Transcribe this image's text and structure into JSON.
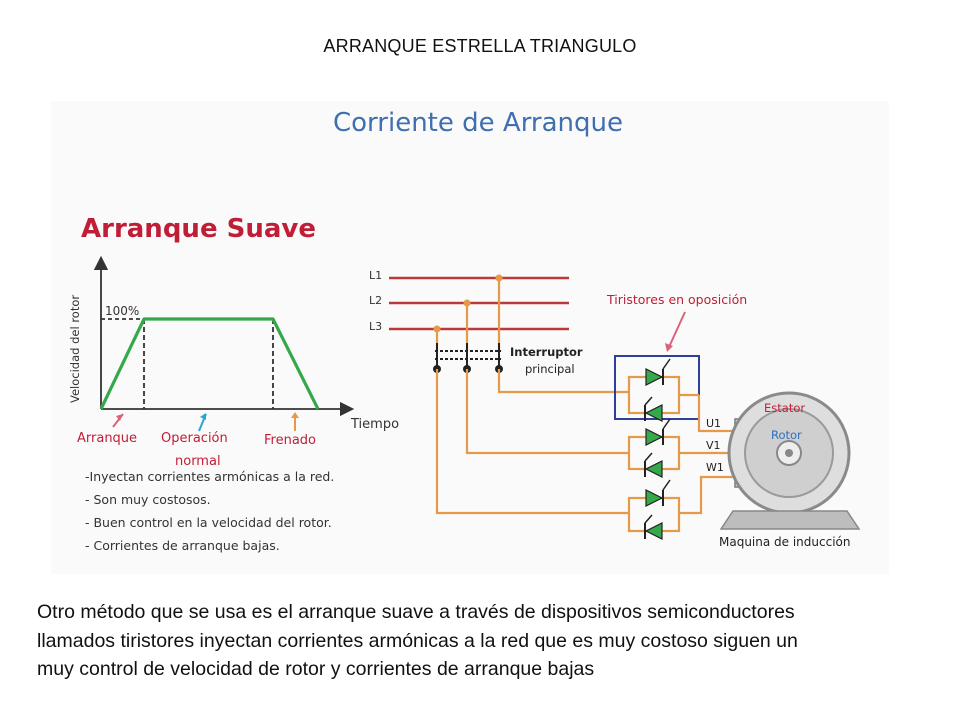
{
  "slide": {
    "title": "ARRANQUE ESTRELLA TRIANGULO"
  },
  "figure": {
    "heading": "Corriente de Arranque",
    "subheading": "Arranque Suave",
    "graph": {
      "y_axis_label": "Velocidad del rotor",
      "x_axis_label": "Tiempo",
      "level_label": "100%",
      "phase_labels": [
        "Arranque",
        "Operación",
        "normal",
        "Frenado"
      ]
    },
    "bullets": [
      "-Inyectan corrientes armónicas a la red.",
      "- Son muy costosos.",
      "- Buen control en la velocidad del rotor.",
      "- Corrientes de arranque bajas."
    ],
    "circuit": {
      "lines": [
        "L1",
        "L2",
        "L3"
      ],
      "switch_label": [
        "Interruptor",
        "principal"
      ],
      "thyristor_label": "Tiristores en oposición",
      "terminals": [
        "U1",
        "V1",
        "W1"
      ],
      "stator_label": "Estator",
      "rotor_label": "Rotor",
      "motor_label": "Maquina de inducción"
    },
    "colors": {
      "heading_blue": "#3f6fb0",
      "subheading_red": "#c01e36",
      "line_red": "#b83a3a",
      "wire_orange": "#e59a49",
      "curve_green": "#34a84a",
      "box_blue": "#2e3e9a",
      "accent_pink": "#d9647a",
      "accent_cyan": "#2aa4d4"
    }
  },
  "caption": {
    "lines": [
      "Otro método que se usa es el arranque suave a través de dispositivos semiconductores",
      "llamados tiristores inyectan corrientes armónicas a la red que es muy costoso siguen un",
      "muy control de velocidad de rotor y corrientes de arranque bajas"
    ]
  }
}
